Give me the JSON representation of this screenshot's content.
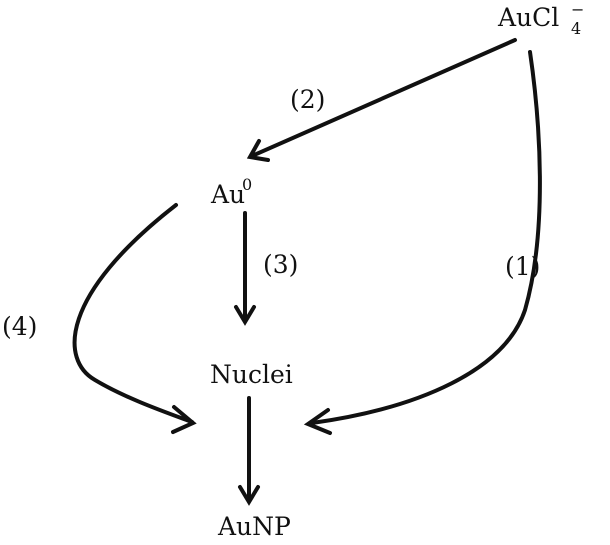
{
  "nodes": {
    "aucl4": {
      "base": "AuCl",
      "sub": "4",
      "sup": "−"
    },
    "au0": {
      "base": "Au",
      "sup": "0"
    },
    "nuclei": {
      "label": "Nuclei"
    },
    "aunp": {
      "label": "AuNP"
    }
  },
  "edges": [
    {
      "id": "1",
      "label": "(1)",
      "from": "AuCl4−",
      "to": "AuNP"
    },
    {
      "id": "2",
      "label": "(2)",
      "from": "AuCl4−",
      "to": "Au0"
    },
    {
      "id": "3",
      "label": "(3)",
      "from": "Au0",
      "to": "Nuclei"
    },
    {
      "id": "4",
      "label": "(4)",
      "from": "Au0",
      "to": "AuNP"
    }
  ]
}
